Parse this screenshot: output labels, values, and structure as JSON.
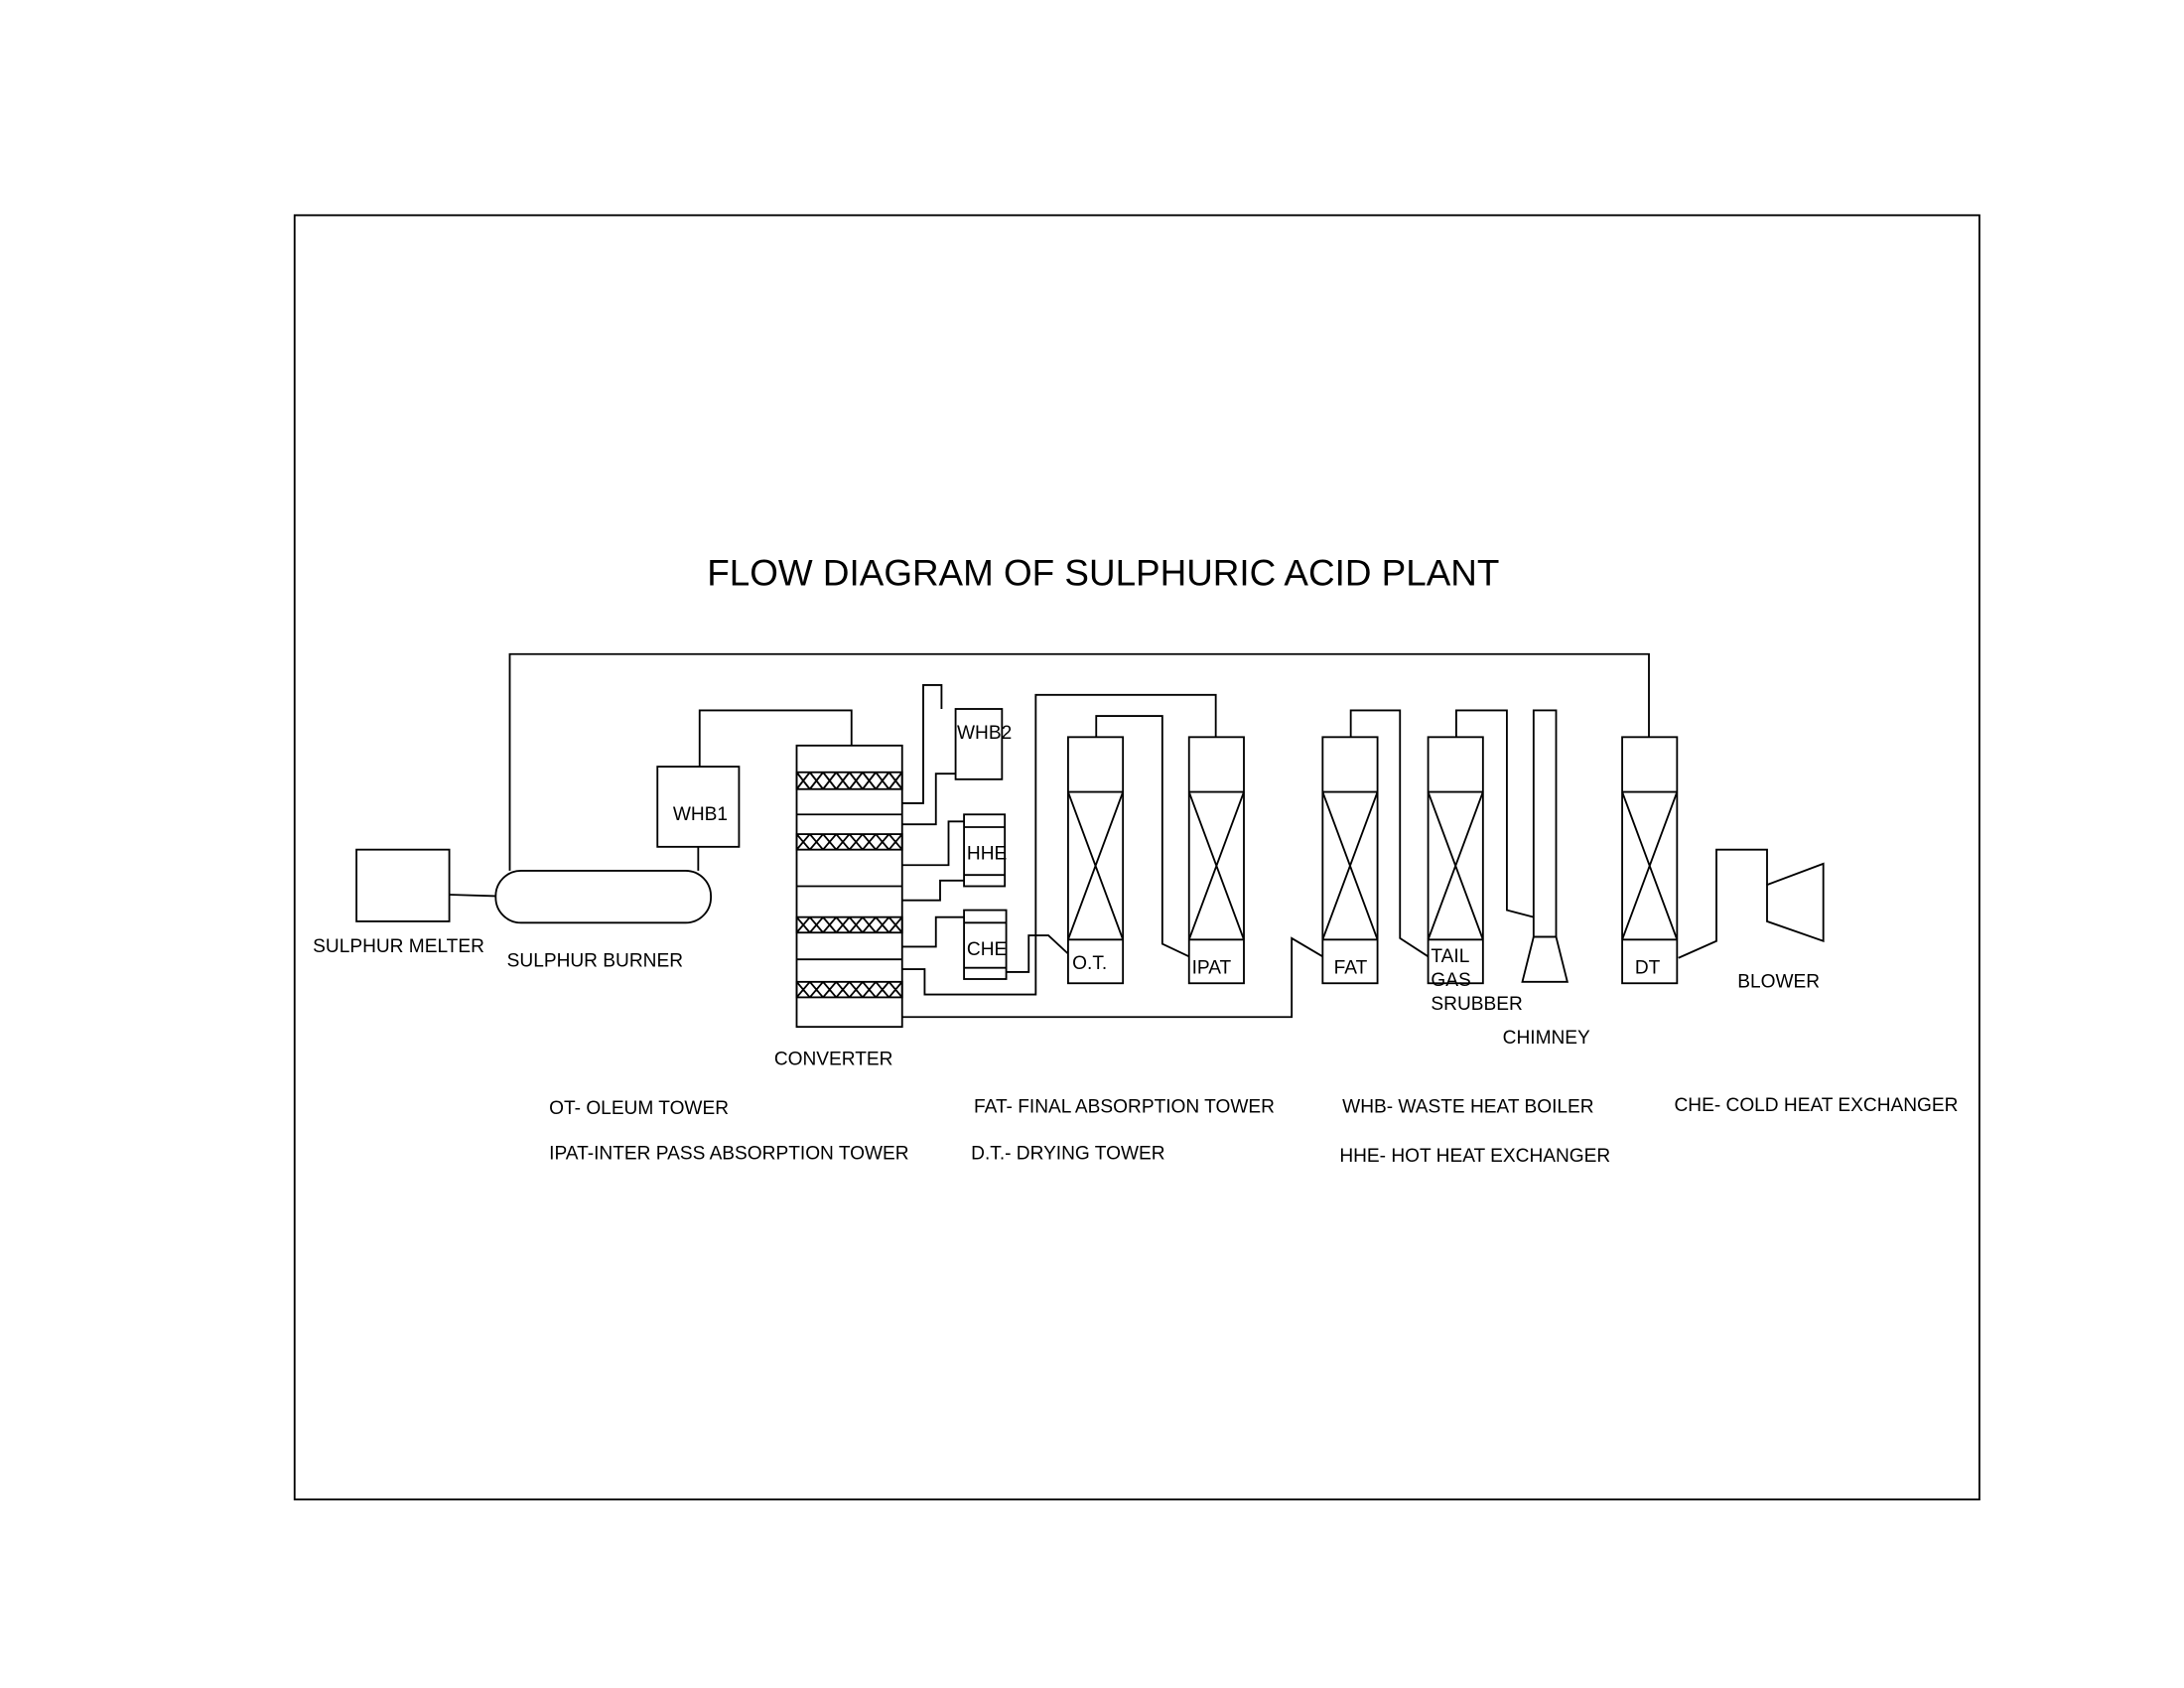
{
  "title": "FLOW DIAGRAM OF SULPHURIC ACID PLANT",
  "equipment": {
    "sulphur_melter": "SULPHUR MELTER",
    "sulphur_burner": "SULPHUR BURNER",
    "whb1": "WHB1",
    "whb2": "WHB2",
    "hhe": "HHE",
    "che": "CHE",
    "converter": "CONVERTER",
    "ot": "O.T.",
    "ipat": "IPAT",
    "fat": "FAT",
    "tail_gas_scrubber": [
      "TAIL",
      "GAS",
      "SRUBBER"
    ],
    "chimney": "CHIMNEY",
    "dt": "DT",
    "blower": "BLOWER"
  },
  "legend": [
    "OT- OLEUM TOWER",
    "IPAT-INTER PASS ABSORPTION TOWER",
    "FAT- FINAL ABSORPTION TOWER",
    "D.T.- DRYING TOWER",
    "WHB- WASTE HEAT BOILER",
    "HHE- HOT HEAT EXCHANGER",
    "CHE- COLD HEAT EXCHANGER"
  ]
}
